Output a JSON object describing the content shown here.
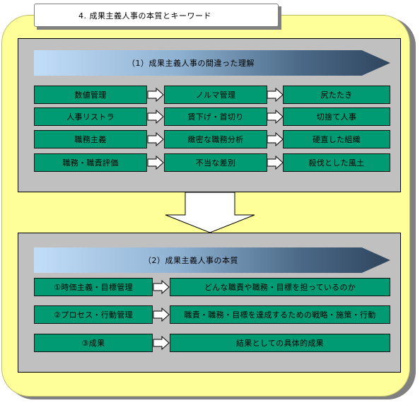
{
  "title": "4. 成果主義人事の本質とキーワード",
  "section1": {
    "header": "（1）成果主義人事の間違った理解",
    "rows": [
      [
        "数値管理",
        "ノルマ管理",
        "尻たたき"
      ],
      [
        "人事リストラ",
        "賃下げ・首切り",
        "切捨て人事"
      ],
      [
        "職務主義",
        "緻密な職務分析",
        "硬直した組織"
      ],
      [
        "職務・職責評価",
        "不当な差別",
        "殺伐とした風土"
      ]
    ]
  },
  "section2": {
    "header": "（2）成果主義人事の本質",
    "rows": [
      [
        "①時価主義・目標管理",
        "どんな職責や職務・目標を担っているのか"
      ],
      [
        "②プロセス・行動管理",
        "職責・職務・目標を達成するための戦略・施策・行動"
      ],
      [
        "③成果",
        "結果としての具体的成果"
      ]
    ]
  },
  "colors": {
    "frame": "#ffff99",
    "panel": "#c0c0c0",
    "box": "#009b73",
    "banner_start": "#c2ddf8",
    "banner_end": "#30455d"
  }
}
